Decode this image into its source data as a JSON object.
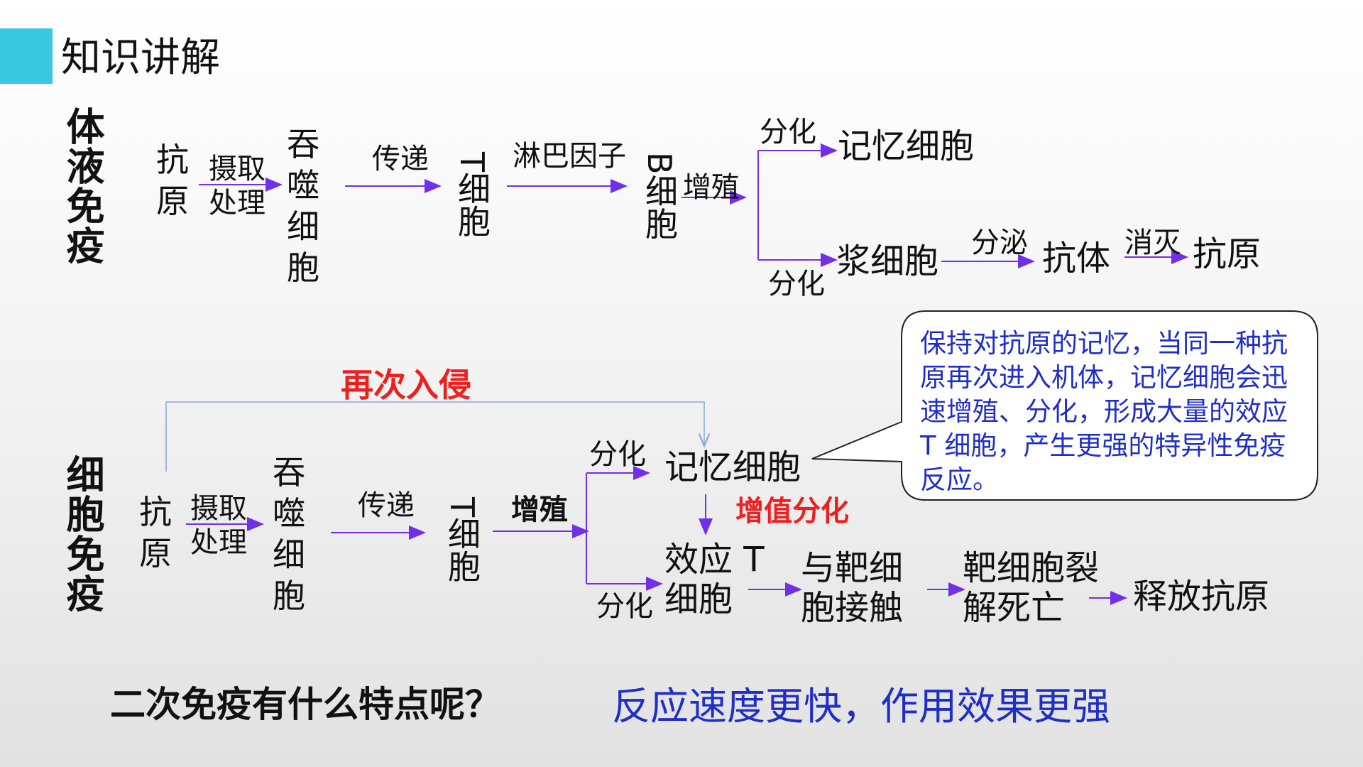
{
  "header": {
    "title": "知识讲解"
  },
  "humoral": {
    "side_label": "体液免疫",
    "antigen": "抗原",
    "step1": "摄取处理",
    "phagocyte": "吞噬细胞",
    "step2": "传递",
    "t_cell": "T细胞",
    "step3": "淋巴因子",
    "b_cell": "B细胞",
    "step4": "增殖",
    "diff_top": "分化",
    "memory": "记忆细胞",
    "diff_bottom": "分化",
    "plasma": "浆细胞",
    "secrete": "分泌",
    "antibody": "抗体",
    "destroy": "消灭",
    "antigen_end": "抗原"
  },
  "cellular": {
    "side_label": "细胞免疫",
    "reinvade": "再次入侵",
    "antigen": "抗原",
    "step1": "摄取处理",
    "phagocyte": "吞噬细胞",
    "step2": "传递",
    "t_cell": "T细胞",
    "step3": "增殖",
    "diff_top": "分化",
    "memory": "记忆细胞",
    "prolif": "增值分化",
    "diff_bottom": "分化",
    "effector": "效应 T 细胞",
    "contact": "与靶细胞接触",
    "lysis": "靶细胞裂解死亡",
    "release": "释放抗原"
  },
  "callout": {
    "text": "保持对抗原的记忆，当同一种抗原再次进入机体，记忆细胞会迅速增殖、分化，形成大量的效应 T 细胞，产生更强的特异性免疫反应。"
  },
  "footer": {
    "question": "二次免疫有什么特点呢？",
    "answer": "反应速度更快，作用效果更强"
  },
  "colors": {
    "accent": "#39c9de",
    "arrow": "#7030e8",
    "answer": "#1f2ec9",
    "red": "#ee1f1f"
  }
}
